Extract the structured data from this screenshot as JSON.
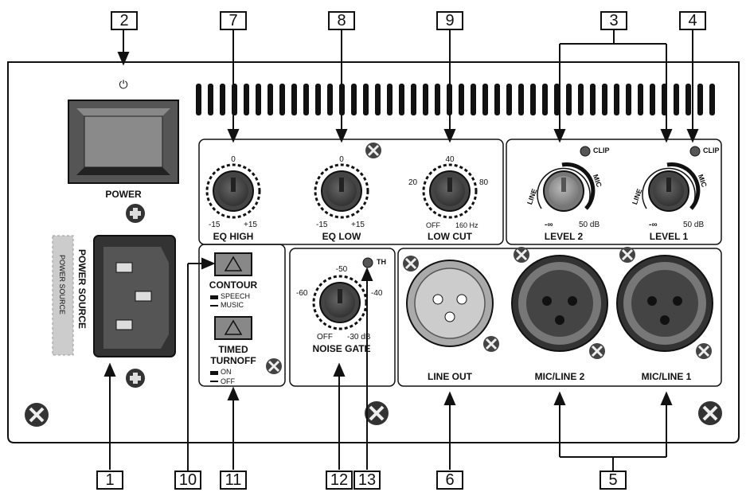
{
  "callouts": [
    "1",
    "2",
    "3",
    "4",
    "5",
    "6",
    "7",
    "8",
    "9",
    "10",
    "11",
    "12",
    "13"
  ],
  "power": {
    "symbol": "⏻",
    "label": "POWER"
  },
  "power_source": {
    "label": "POWER SOURCE",
    "sticker": "POWER SOURCE"
  },
  "eq_high": {
    "top": "0",
    "min": "-15",
    "max": "+15",
    "label": "EQ HIGH"
  },
  "eq_low": {
    "top": "0",
    "min": "-15",
    "max": "+15",
    "label": "EQ LOW"
  },
  "low_cut": {
    "top": "40",
    "left": "20",
    "right": "80",
    "min": "OFF",
    "max": "160 Hz",
    "label": "LOW CUT"
  },
  "level2": {
    "clip": "CLIP",
    "line": "LINE",
    "mic": "MIC",
    "min": "-∞",
    "max": "50 dB",
    "label": "LEVEL 2"
  },
  "level1": {
    "clip": "CLIP",
    "line": "LINE",
    "mic": "MIC",
    "min": "-∞",
    "max": "50 dB",
    "label": "LEVEL 1"
  },
  "contour": {
    "label": "CONTOUR",
    "opt1": "SPEECH",
    "opt2": "MUSIC"
  },
  "timed_turnoff": {
    "label1": "TIMED",
    "label2": "TURNOFF",
    "opt1": "ON",
    "opt2": "OFF"
  },
  "noise_gate": {
    "th": "TH",
    "top": "-50",
    "left": "-60",
    "right": "-40",
    "min": "OFF",
    "max": "-30 dB",
    "label": "NOISE GATE"
  },
  "connectors": {
    "line_out": "LINE OUT",
    "mic_line2": "MIC/LINE 2",
    "mic_line1": "MIC/LINE 1"
  }
}
